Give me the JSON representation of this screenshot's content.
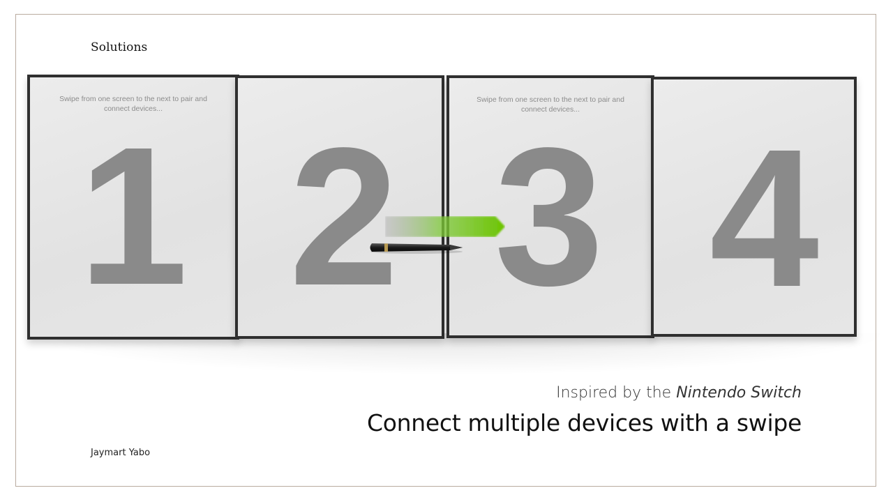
{
  "section_title": "Solutions",
  "screens": [
    {
      "number": "1",
      "instruction": "Swipe from one screen to the next to pair and connect devices..."
    },
    {
      "number": "2",
      "instruction": ""
    },
    {
      "number": "3",
      "instruction": "Swipe from one screen to the next to pair and connect devices..."
    },
    {
      "number": "4",
      "instruction": ""
    }
  ],
  "swipe_arrow": {
    "icon": "swipe-arrow-icon",
    "color": "#6cc400"
  },
  "stylus": {
    "icon": "stylus-pen-icon"
  },
  "subtitle": {
    "prefix": "Inspired by the ",
    "emphasis": "Nintendo Switch"
  },
  "headline": "Connect multiple devices with a swipe",
  "author": "Jaymart Yabo",
  "colors": {
    "frame_border": "#b9ab9f",
    "screen_bezel": "#2f2f2f",
    "number_gray": "#8a8a8a",
    "accent_green": "#6cc400"
  }
}
